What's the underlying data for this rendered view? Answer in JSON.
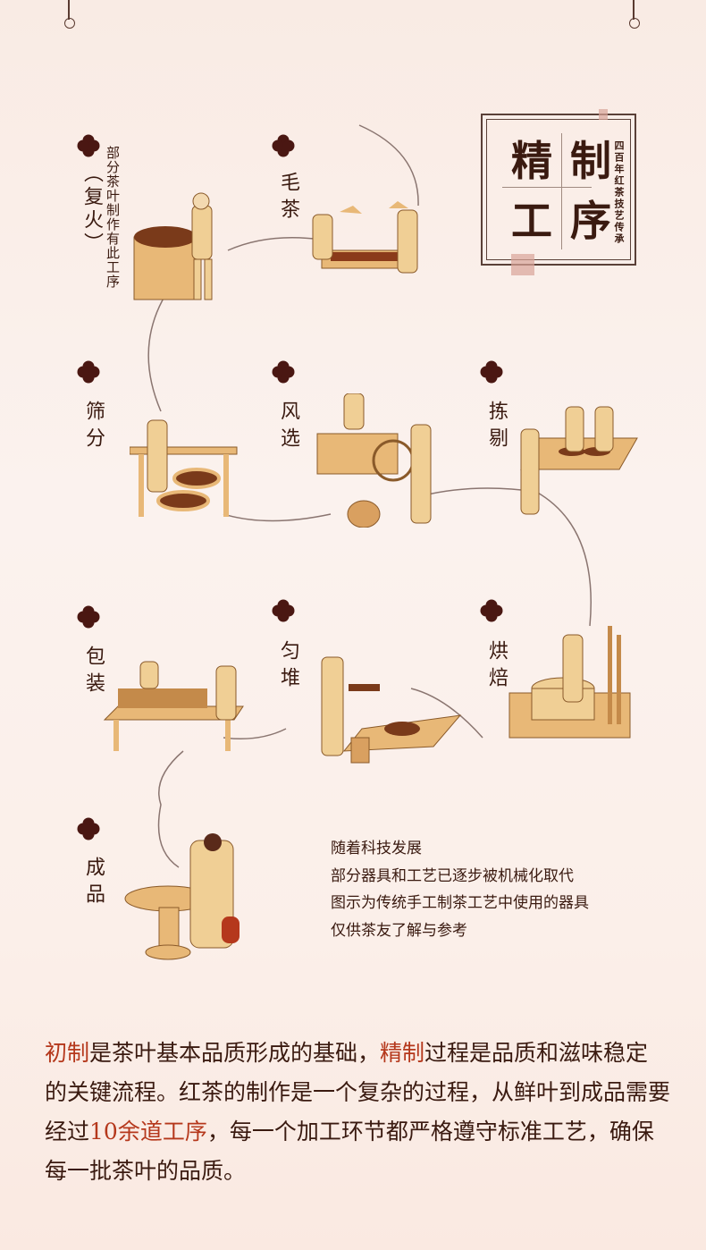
{
  "title": {
    "chars": [
      "精",
      "制",
      "工",
      "序"
    ],
    "subtitle": "四百年红茶技艺传承"
  },
  "steps": [
    {
      "id": "maocha",
      "label": "毛茶"
    },
    {
      "id": "fuhuo",
      "label": "（复火）",
      "note": "部分茶叶制作有此工序"
    },
    {
      "id": "shaifen",
      "label": "筛分"
    },
    {
      "id": "fengxuan",
      "label": "风选"
    },
    {
      "id": "jianti",
      "label": "拣剔"
    },
    {
      "id": "baozhuang",
      "label": "包装"
    },
    {
      "id": "yundui",
      "label": "匀堆"
    },
    {
      "id": "hongbei",
      "label": "烘焙"
    },
    {
      "id": "chengpin",
      "label": "成品"
    }
  ],
  "notes": [
    "随着科技发展",
    "部分器具和工艺已逐步被机械化取代",
    "图示为传统手工制茶工艺中使用的器具",
    "仅供茶友了解与参考"
  ],
  "paragraph": {
    "p1": "初制",
    "p2": "是茶叶基本品质形成的基础，",
    "p3": "精制",
    "p4": "过程是品质和滋味稳定的关键流程。红茶的制作是一个复杂的过程，从鲜叶到成品需要经过",
    "p5": "10余道工序",
    "p6": "，每一个加工环节都严格遵守标准工艺，确保每一批茶叶的品质。"
  },
  "colors": {
    "accent": "#b5381c",
    "text": "#3a1a10",
    "illustration": "#e8b877"
  }
}
